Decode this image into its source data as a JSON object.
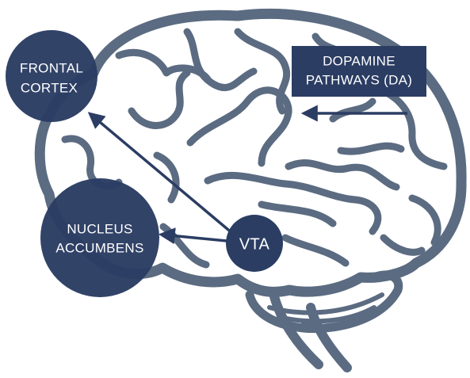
{
  "colors": {
    "brain_outline": "#5b6b81",
    "node_fill": "#2b3d63",
    "arrow": "#2b3d63",
    "label_text": "#ffffff",
    "background": "#ffffff"
  },
  "nodes": {
    "frontal_cortex": {
      "line1": "FRONTAL",
      "line2": "CORTEX"
    },
    "nucleus_accumbens": {
      "line1": "NUCLEUS",
      "line2": "ACCUMBENS"
    },
    "vta": {
      "label": "VTA"
    }
  },
  "legend": {
    "line1": "DOPAMINE",
    "line2": "PATHWAYS (DA)"
  },
  "icons": [
    "brain-illustration",
    "arrow-icon"
  ]
}
